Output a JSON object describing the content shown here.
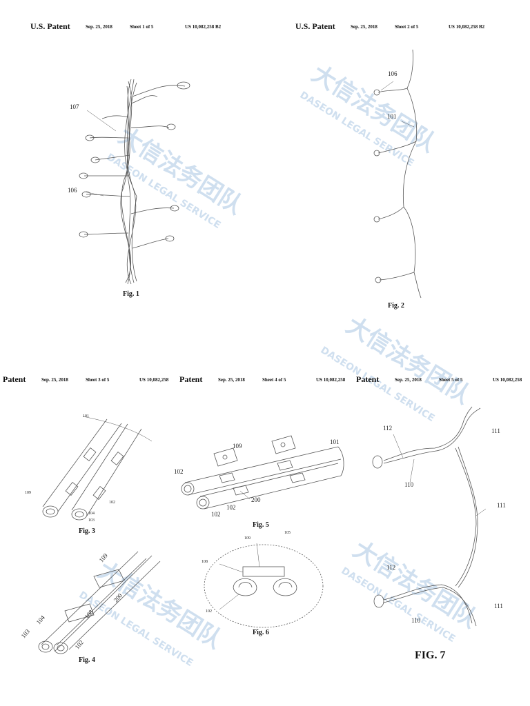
{
  "sheet1": {
    "title": "U.S. Patent",
    "date": "Sep. 25, 2018",
    "sheet": "Sheet 1 of 5",
    "number": "US 10,082,258 B2"
  },
  "sheet2": {
    "title": "U.S. Patent",
    "date": "Sep. 25, 2018",
    "sheet": "Sheet 2 of 5",
    "number": "US 10,082,258 B2"
  },
  "sheet3": {
    "title": "Patent",
    "date": "Sep. 25, 2018",
    "sheet": "Sheet 3 of 5",
    "number": "US 10,082,258"
  },
  "sheet4": {
    "title": "Patent",
    "date": "Sep. 25, 2018",
    "sheet": "Sheet 4 of 5",
    "number": "US 10,082,258"
  },
  "sheet5": {
    "title": "Patent",
    "date": "Sep. 25, 2018",
    "sheet": "Sheet 5 of 5",
    "number": "US 10,082,258"
  },
  "figures": {
    "fig1": "Fig. 1",
    "fig2": "Fig. 2",
    "fig3": "Fig. 3",
    "fig4": "Fig. 4",
    "fig5": "Fig. 5",
    "fig6": "Fig. 6",
    "fig7": "FIG. 7"
  },
  "refs": {
    "f1_107": "107",
    "f1_106": "106",
    "f2_106": "106",
    "f2_101": "101",
    "f3_101": "101",
    "f3_109": "109",
    "f3_102": "102",
    "f3_104": "104",
    "f3_103": "103",
    "f4_109": "109",
    "f4_200": "200",
    "f4_108": "108",
    "f4_104": "104",
    "f4_103": "103",
    "f4_102": "102",
    "f5_109": "109",
    "f5_101": "101",
    "f5_102a": "102",
    "f5_102b": "102",
    "f5_200": "200",
    "f6_109": "109",
    "f6_105": "105",
    "f6_108": "108",
    "f6_102": "102",
    "f7_112a": "112",
    "f7_110a": "110",
    "f7_111a": "111",
    "f7_111b": "111",
    "f7_112b": "112",
    "f7_110b": "110",
    "f7_111c": "111"
  },
  "watermark": {
    "cn": "大信法务团队",
    "en": "DASEON LEGAL SERVICE"
  },
  "colors": {
    "ink": "#222222",
    "watermark": "#a9c6e2"
  }
}
